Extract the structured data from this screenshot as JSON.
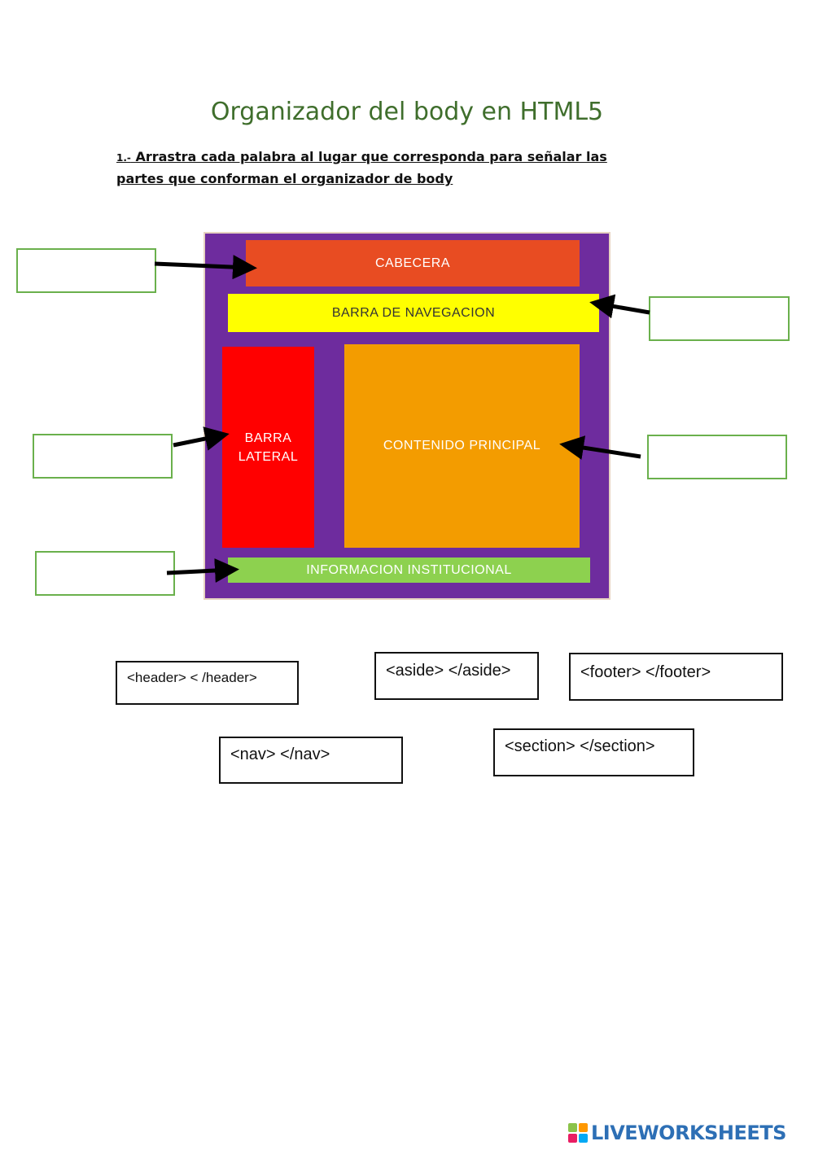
{
  "title": "Organizador del body en HTML5",
  "instruction": {
    "number": "1.-",
    "text": "Arrastra cada palabra al lugar que corresponda para señalar las partes que conforman el organizador de body"
  },
  "diagram": {
    "header": "CABECERA",
    "nav": "BARRA DE NAVEGACION",
    "aside_line1": "BARRA",
    "aside_line2": "LATERAL",
    "section": "CONTENIDO PRINCIPAL",
    "footer": "INFORMACION INSTITUCIONAL"
  },
  "draggable_tags": {
    "header": "<header>   < /header>",
    "aside": "<aside> </aside>",
    "footer": "<footer>   </footer>",
    "nav": "<nav>   </nav>",
    "section": "<section>   </section>"
  },
  "brand": {
    "name": "LIVEWORKSHEETS",
    "color": "#2d6fb5"
  },
  "colors": {
    "frame": "#6e2c9e",
    "header": "#e84c22",
    "nav": "#ffff00",
    "aside": "#ff0000",
    "section": "#f39c00",
    "footer": "#8dd14f",
    "drop_border": "#6ab04c"
  }
}
